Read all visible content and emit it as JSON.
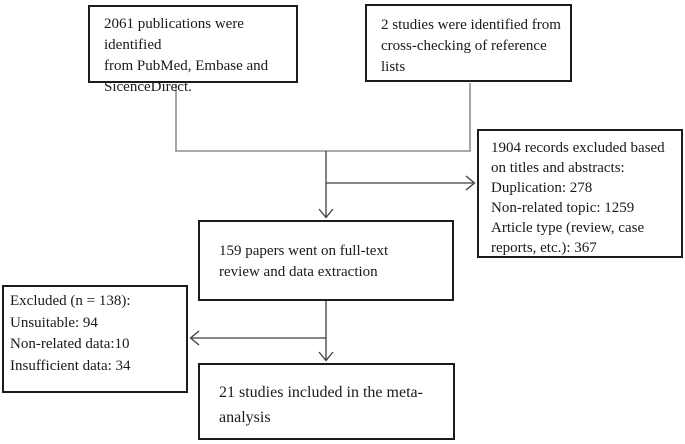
{
  "figure": {
    "type": "flowchart",
    "description": "Study selection flow diagram for a meta-analysis"
  },
  "colors": {
    "background": "#ffffff",
    "text": "#1a1a1a",
    "border": "#1c1c1c",
    "connector": "#3d3d3d",
    "connector-light": "#8f8f8f"
  },
  "boxes": {
    "publications_identified": {
      "lines": [
        "2061 publications were identified",
        "from  PubMed, Embase and",
        "SicenceDirect."
      ]
    },
    "crosscheck_identified": {
      "lines": [
        "2 studies were identified from",
        "cross-checking of reference",
        "lists"
      ]
    },
    "screening_excluded": {
      "lines": [
        "1904 records excluded based",
        "on titles and abstracts:",
        "Duplication: 278",
        "Non-related topic: 1259",
        "Article type (review, case",
        "reports, etc.): 367"
      ]
    },
    "fulltext_review": {
      "lines": [
        "159 papers went on full-text",
        "review and data extraction"
      ]
    },
    "fulltext_excluded": {
      "lines": [
        "Excluded (n = 138):",
        "Unsuitable: 94",
        "Non-related data:10",
        "Insufficient data: 34"
      ]
    },
    "included": {
      "lines": [
        "21 studies included in the meta-",
        "analysis"
      ]
    }
  }
}
